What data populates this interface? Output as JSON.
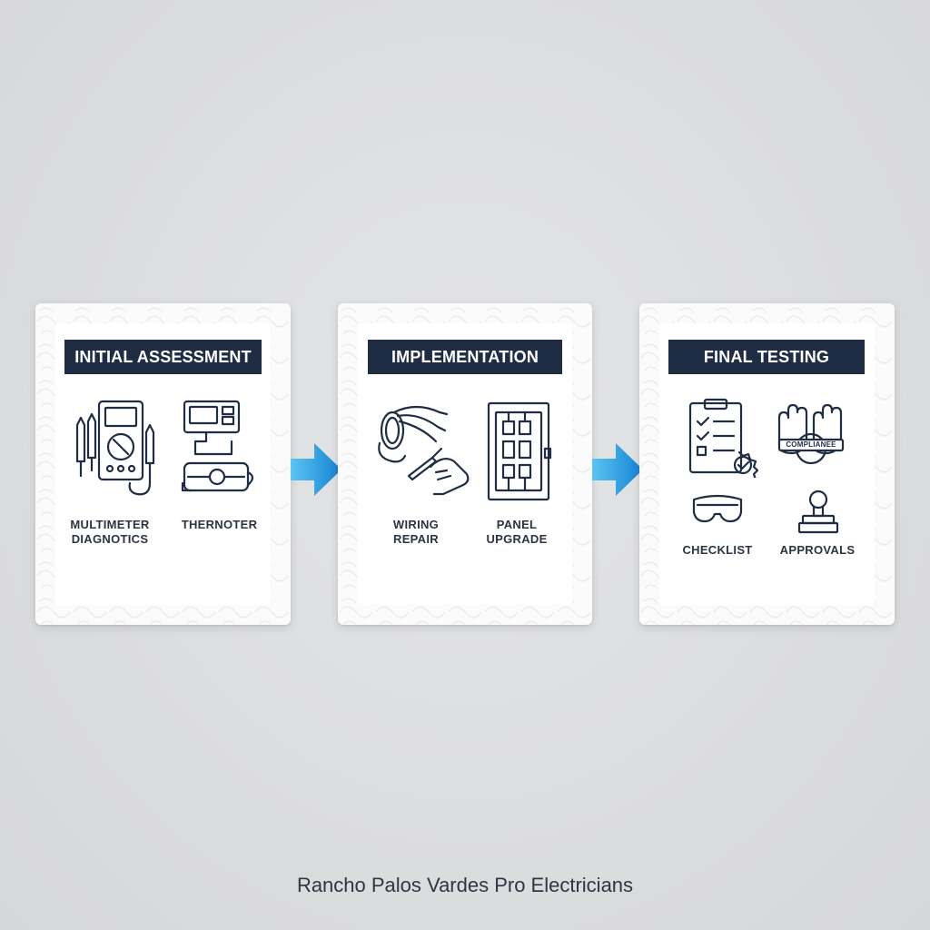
{
  "stages": [
    {
      "title": "INITIAL ASSESSMENT",
      "items": [
        {
          "label": "MULTIMETER\nDIAGNOTICS",
          "icon": "multimeter-icon"
        },
        {
          "label": "THERNOTER",
          "icon": "thermometer-device-icon"
        }
      ]
    },
    {
      "title": "IMPLEMENTATION",
      "items": [
        {
          "label": "WIRING\nREPAIR",
          "icon": "wiring-repair-icon"
        },
        {
          "label": "PANEL\nUPGRADE",
          "icon": "electrical-panel-icon"
        }
      ]
    },
    {
      "title": "FINAL TESTING",
      "items": [
        {
          "label": "CHECKLIST",
          "icon": "checklist-clipboard-icon"
        },
        {
          "label": "APPROVALS",
          "icon": "approval-stamp-icon"
        }
      ],
      "extra_icons": [
        {
          "icon": "gloves-compliance-icon",
          "text": "COMPLIANEE"
        },
        {
          "icon": "safety-goggles-icon"
        }
      ]
    }
  ],
  "arrow_color": "#1a9be0",
  "header_color": "#1f2d44",
  "footer": "Rancho Palos Vardes Pro Electricians"
}
